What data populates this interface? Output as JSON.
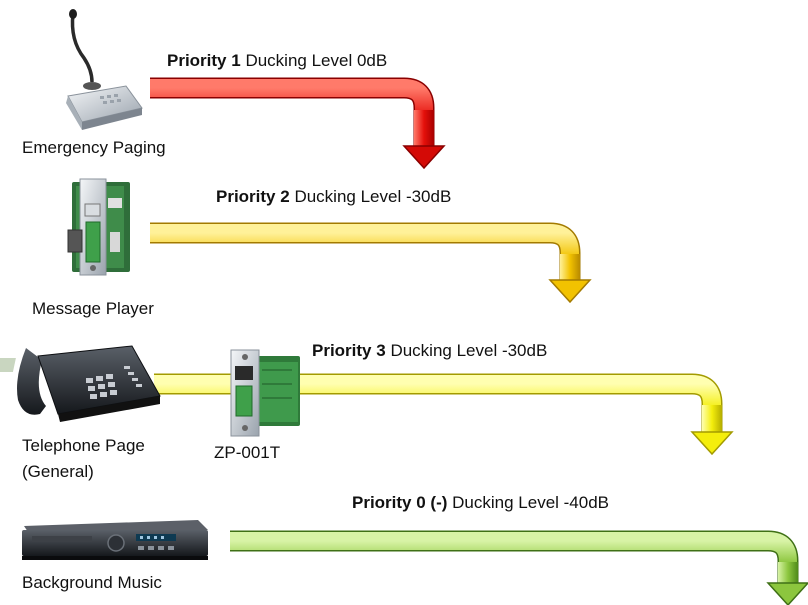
{
  "sources": [
    {
      "label_lines": [
        "Emergency Paging"
      ],
      "icon": "paging-microphone-icon"
    },
    {
      "label_lines": [
        "Message Player"
      ],
      "icon": "message-player-module-icon"
    },
    {
      "label_lines": [
        "Telephone Page",
        "(General)"
      ],
      "icon": "telephone-icon"
    },
    {
      "label_lines": [
        "Background Music"
      ],
      "icon": "music-player-icon"
    }
  ],
  "module": {
    "label": "ZP-001T",
    "icon": "zp-001t-module-icon"
  },
  "flows": [
    {
      "priority": "Priority 1",
      "ducking": "Ducking Level 0dB",
      "color": "#e5100b"
    },
    {
      "priority": "Priority 2",
      "ducking": "Ducking Level -30dB",
      "color": "#f2c200"
    },
    {
      "priority": "Priority 3",
      "ducking": "Ducking Level -30dB",
      "color": "#f4ee0c"
    },
    {
      "priority": "Priority 0 (-)",
      "ducking": "Ducking Level -40dB",
      "color": "#8cc63e"
    }
  ]
}
